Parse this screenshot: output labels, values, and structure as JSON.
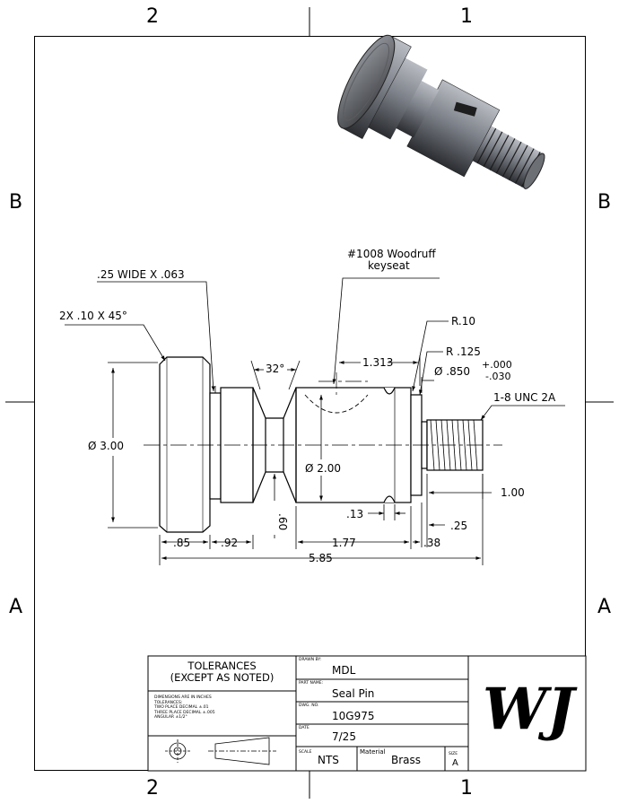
{
  "zones": {
    "top_left": "2",
    "top_right": "1",
    "bottom_left": "2",
    "bottom_right": "1",
    "left_upper": "B",
    "right_upper": "B",
    "left_lower": "A",
    "right_lower": "A"
  },
  "callouts": {
    "groove": ".25 WIDE X .063",
    "chamfer": "2X .10 X 45°",
    "woodruff_line1": "#1008 Woodruff",
    "woodruff_line2": "keyseat",
    "radius1": "R.10",
    "radius2": "R .125",
    "dia_pin": "Ø .850",
    "tol_plus": "+.000",
    "tol_minus": "-.030",
    "thread": "1-8 UNC 2A",
    "angle": "32°",
    "dia_head": "Ø 3.00",
    "dia_body": "Ø 2.00",
    "key_loc": "1.313",
    "neck_dia": ".60",
    "groove_w": ".13",
    "thread_len": "1.00",
    "relief": ".25",
    "seg1": ".85",
    "seg2": ".92",
    "seg3": "1.77",
    "seg4": ".38",
    "overall": "5.85"
  },
  "title_block": {
    "tolerances_title_1": "TOLERANCES",
    "tolerances_title_2": "(EXCEPT AS NOTED)",
    "tol_line1": "DIMENSIONS ARE IN INCHES",
    "tol_line2": "TOLERANCES:",
    "tol_line3": "TWO PLACE DECIMAL    ±.01",
    "tol_line4": "THREE PLACE DECIMAL  ±.005",
    "tol_line5": "ANGULAR ±1/2°",
    "drawn_by_label": "DRAWN BY:",
    "drawn_by": "MDL",
    "part_name_label": "PART NAME:",
    "part_name": "Seal Pin",
    "dwg_no_label": "DWG. NO.",
    "dwg_no": "10G975",
    "date_label": "DATE",
    "date": "7/25",
    "scale_label": "SCALE",
    "scale": "NTS",
    "material_label": "Material",
    "material": "Brass",
    "size_label": "SIZE",
    "size": "A",
    "logo": "WJ"
  }
}
